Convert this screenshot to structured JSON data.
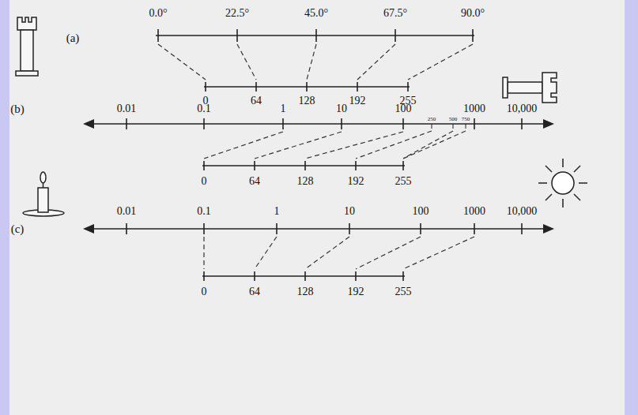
{
  "diagram": {
    "labels": [
      "0.0°",
      "22.5°",
      "45.0°",
      "67.5°",
      "90.0°",
      "(a)",
      "0",
      "64",
      "128",
      "192",
      "255",
      "0.01",
      "0.1",
      "1",
      "10",
      "100",
      "250",
      "500",
      "750",
      "1000",
      "10,000",
      "(b)",
      "0",
      "64",
      "128",
      "192",
      "255",
      "(c)",
      "0.01",
      "0.1",
      "1",
      "10",
      "100",
      "1000",
      "10,000",
      "0",
      "64",
      "128",
      "192",
      "255"
    ]
  }
}
